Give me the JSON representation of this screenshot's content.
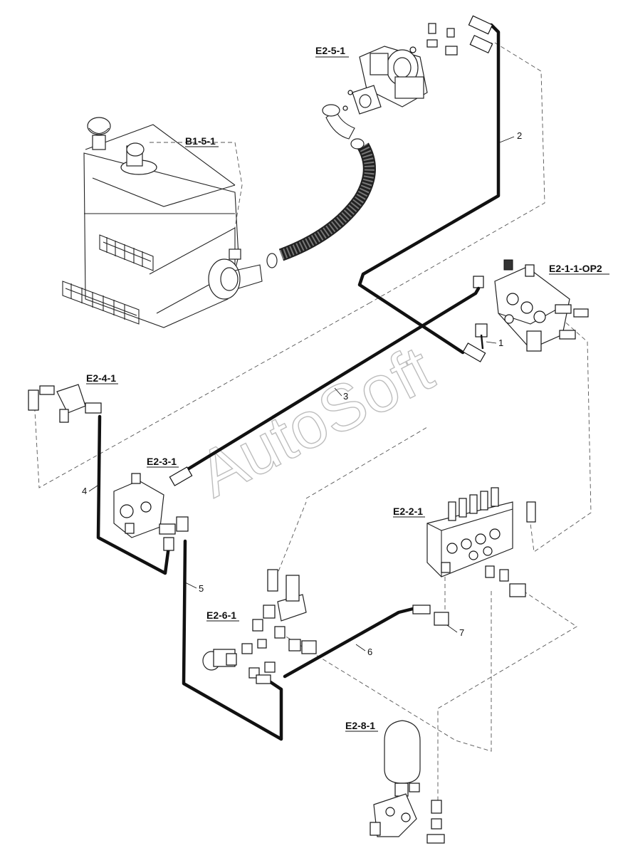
{
  "components": [
    {
      "id": "e2-5-1",
      "label": "E2-5-1"
    },
    {
      "id": "b1-5-1",
      "label": "B1-5-1"
    },
    {
      "id": "e2-1-1-op2",
      "label": "E2-1-1-OP2"
    },
    {
      "id": "e2-4-1",
      "label": "E2-4-1"
    },
    {
      "id": "e2-3-1",
      "label": "E2-3-1"
    },
    {
      "id": "e2-2-1",
      "label": "E2-2-1"
    },
    {
      "id": "e2-6-1",
      "label": "E2-6-1"
    },
    {
      "id": "e2-8-1",
      "label": "E2-8-1"
    }
  ],
  "callouts": [
    "1",
    "2",
    "3",
    "4",
    "5",
    "6",
    "7"
  ],
  "watermark": "AutoSoft"
}
